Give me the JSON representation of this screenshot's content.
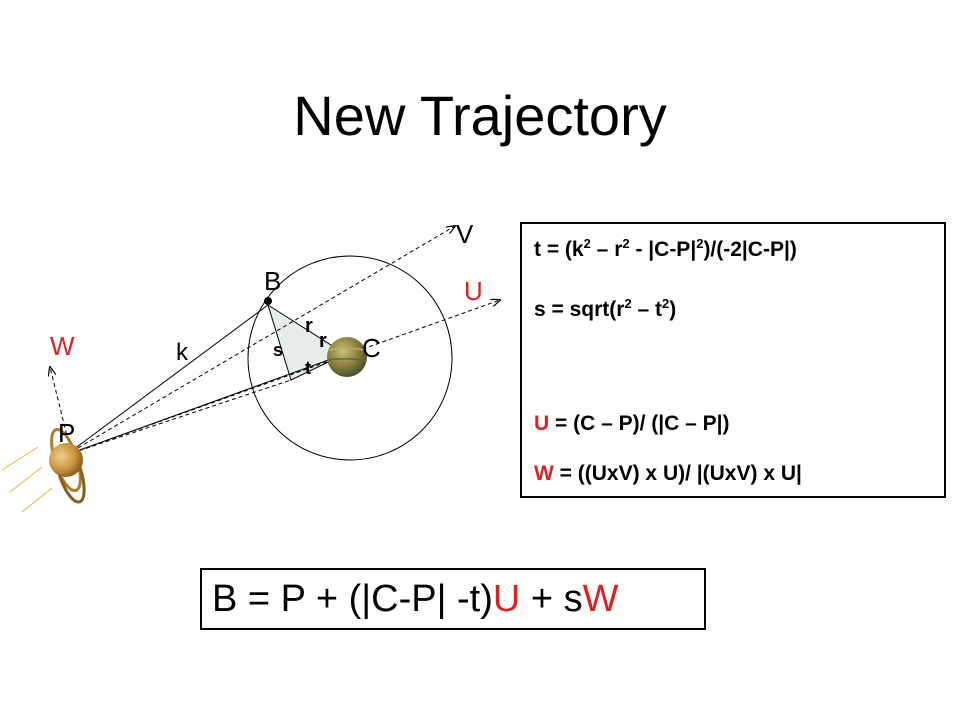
{
  "title": "New Trajectory",
  "diagram": {
    "labels": {
      "V": "V",
      "U": "U",
      "W": "W",
      "B": "B",
      "C": "C",
      "P": "P",
      "k": "k",
      "r_upper": "r",
      "r_lower": "r",
      "s": "s",
      "t": "t"
    },
    "colors": {
      "accent": "#e02020",
      "line": "#000000"
    },
    "icons": [
      "saturn-icon",
      "jupiter-icon"
    ]
  },
  "formulas": {
    "t": {
      "a": "t = (k",
      "b": " – r",
      "c": " - |C-P|",
      "d": ")/(-2|C-P|)",
      "sup": "2"
    },
    "s": {
      "a": "s = sqrt(r",
      "b": " – t",
      "c": ")",
      "sup": "2"
    },
    "U": {
      "var": "U",
      "rest": " = (C – P)/ (|C – P|)"
    },
    "W": {
      "var": "W",
      "rest": " = ((UxV) x U)/ |(UxV) x U|"
    }
  },
  "equation": {
    "part1": "B = P + (|C-P| -t)",
    "U": "U",
    "part2": " + s",
    "W": "W"
  }
}
